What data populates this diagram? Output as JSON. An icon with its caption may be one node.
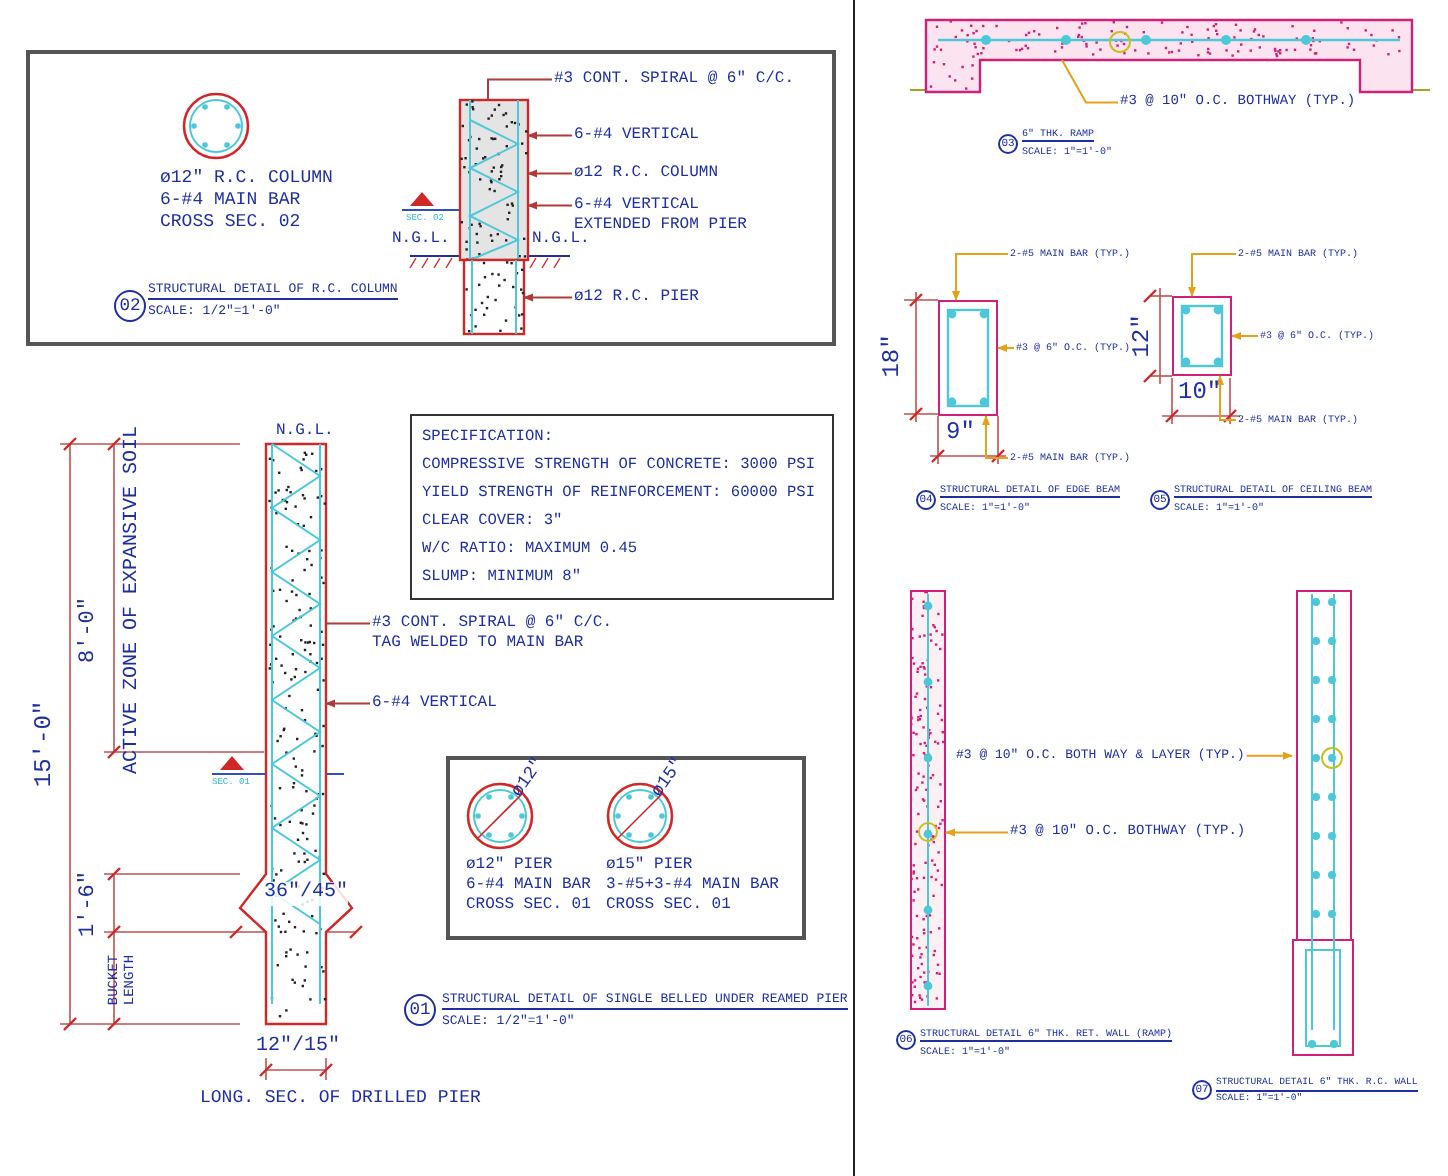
{
  "diagram": {
    "nodes": [
      {
        "text": [],
        "shape": "box"
      },
      {
        "text": [],
        "shape": "box",
        "in": 0
      },
      {
        "text": [],
        "shape": "box",
        "in": 0
      },
      {
        "text": [
          "#3 CONT. SPIRAL @ 6\" C/C."
        ],
        "in": 0
      },
      {
        "text": [
          "6-#4 VERTICAL"
        ],
        "in": 0
      },
      {
        "text": [
          "ø12 R.C. COLUMN"
        ],
        "in": 0
      },
      {
        "text": [
          "6-#4 VERTICAL EXTENDED FROM PIER"
        ],
        "in": 0
      },
      {
        "text": [
          "ø12 R.C. PIER"
        ],
        "in": 0
      },
      {
        "text": [
          "02"
        ],
        "in": 0,
        "beside": [
          "STRUCTURAL DETAIL OF R.C. COLUMN",
          "SCALE: 1/2\"=1'-0\""
        ]
      },
      {
        "text": [
          "SPECIFICATION:",
          "COMPRESSIVE STRENGTH OF CONCRETE: 3000 PSI",
          "YIELD STRENGTH OF REINFORCEMENT: 60000 PSI",
          "CLEAR COVER: 3\"",
          "W/C RATIO: MAXIMUM 0.45",
          "SLUMP: MINIMUM 8\""
        ]
      },
      {
        "text": [],
        "shape": "box"
      },
      {
        "text": [
          "#3 CONT. SPIRAL @ 6\" C/C. TAG WELDED TO MAIN BAR"
        ]
      },
      {
        "text": [
          "6-#4 VERTICAL"
        ]
      },
      {
        "text": [
          "ø12\"",
          "ø12\" PIER 6-#4 MAIN BAR CROSS SEC. 01",
          "ø15\"",
          "ø15\" PIER 3-#5+3-#4 MAIN BAR CROSS SEC. 01"
        ]
      },
      {
        "text": [
          "01"
        ],
        "beside": [
          "STRUCTURAL DETAIL OF SINGLE BELLED UNDER REAMED PIER",
          "SCALE: 1/2\"=1'-0\""
        ]
      },
      {
        "text": [],
        "shape": "box"
      },
      {
        "text": [
          "#3 @ 10\" O.C. BOTHWAY (TYP.)"
        ]
      },
      {
        "text": [
          "03"
        ],
        "beside": [
          "6\" THK. RAMP",
          "SCALE: 1\"=1'-0\""
        ]
      },
      {
        "text": [],
        "shape": "box"
      },
      {
        "text": [
          "2-#5 MAIN BAR (TYP.)"
        ]
      },
      {
        "text": [
          "#3 @ 6\" O.C. (TYP.)"
        ]
      },
      {
        "text": [
          "2-#5 MAIN BAR (TYP.)"
        ]
      },
      {
        "text": [],
        "shape": "box"
      },
      {
        "text": [
          "2-#5 MAIN BAR (TYP.)"
        ]
      },
      {
        "text": [
          "#3 @ 6\" O.C. (TYP.)"
        ]
      },
      {
        "text": [
          "2-#5 MAIN BAR (TYP.)"
        ]
      },
      {
        "text": [
          "04"
        ],
        "beside": [
          "STRUCTURAL DETAIL OF EDGE BEAM",
          "SCALE: 1\"=1'-0\""
        ]
      },
      {
        "text": [
          "05"
        ],
        "beside": [
          "STRUCTURAL DETAIL OF CEILING BEAM",
          "SCALE: 1\"=1'-0\""
        ]
      },
      {
        "text": [],
        "shape": "box"
      },
      {
        "text": [
          "#3 @ 10\" O.C. BOTH WAY & LAYER (TYP.)"
        ]
      },
      {
        "text": [],
        "shape": "box"
      },
      {
        "text": [
          "#3 @ 10\" O.C. BOTHWAY (TYP.)"
        ]
      },
      {
        "text": [
          "06"
        ],
        "beside": [
          "STRUCTURAL DETAIL 6\" THK. RET. WALL (RAMP)",
          "SCALE: 1\"=1'-0\""
        ]
      },
      {
        "text": [
          "07"
        ],
        "beside": [
          "STRUCTURAL DETAIL 6\" THK. R.C. WALL",
          "SCALE: 1\"=1'-0\""
        ]
      }
    ],
    "edges": [
      {
        "from": 3,
        "to": 1,
        "arrow": "none",
        "color": "#b03a3a"
      },
      {
        "from": 4,
        "to": 1,
        "arrow": "to",
        "color": "#b03a3a"
      },
      {
        "from": 5,
        "to": 1,
        "arrow": "to",
        "color": "#b03a3a"
      },
      {
        "from": 6,
        "to": 1,
        "arrow": "to",
        "color": "#b03a3a"
      },
      {
        "from": 7,
        "to": 2,
        "arrow": "to",
        "color": "#b03a3a"
      },
      {
        "from": 11,
        "to": 10,
        "arrow": "none",
        "color": "#b03a3a"
      },
      {
        "from": 12,
        "to": 10,
        "arrow": "to",
        "color": "#b03a3a"
      },
      {
        "from": 16,
        "to": 15,
        "arrow": "none"
      },
      {
        "from": 19,
        "to": 18,
        "arrow": "to"
      },
      {
        "from": 20,
        "to": 18,
        "arrow": "to"
      },
      {
        "from": 21,
        "to": 18,
        "arrow": "to"
      },
      {
        "from": 23,
        "to": 22,
        "arrow": "to"
      },
      {
        "from": 24,
        "to": 22,
        "arrow": "to"
      },
      {
        "from": 25,
        "to": 22,
        "arrow": "to"
      },
      {
        "from": 29,
        "to": 30,
        "arrow": "to"
      },
      {
        "from": 31,
        "to": 28,
        "arrow": "to"
      }
    ],
    "labels": [
      "ø12\" R.C. COLUMN 6-#4 MAIN BAR CROSS SEC. 02",
      "SEC. 02",
      "N.G.L.",
      "N.G.L.",
      "N.G.L.",
      "15'-0\"",
      "8'-0\"",
      "ACTIVE ZONE OF EXPANSIVE SOIL",
      "SEC. 01",
      "1'-6\"",
      "36\"/45\"",
      "BUCKET LENGTH",
      "12\"/15\"",
      "LONG. SEC. OF DRILLED PIER",
      "18\"",
      "12\"",
      "9\"",
      "10\""
    ]
  }
}
